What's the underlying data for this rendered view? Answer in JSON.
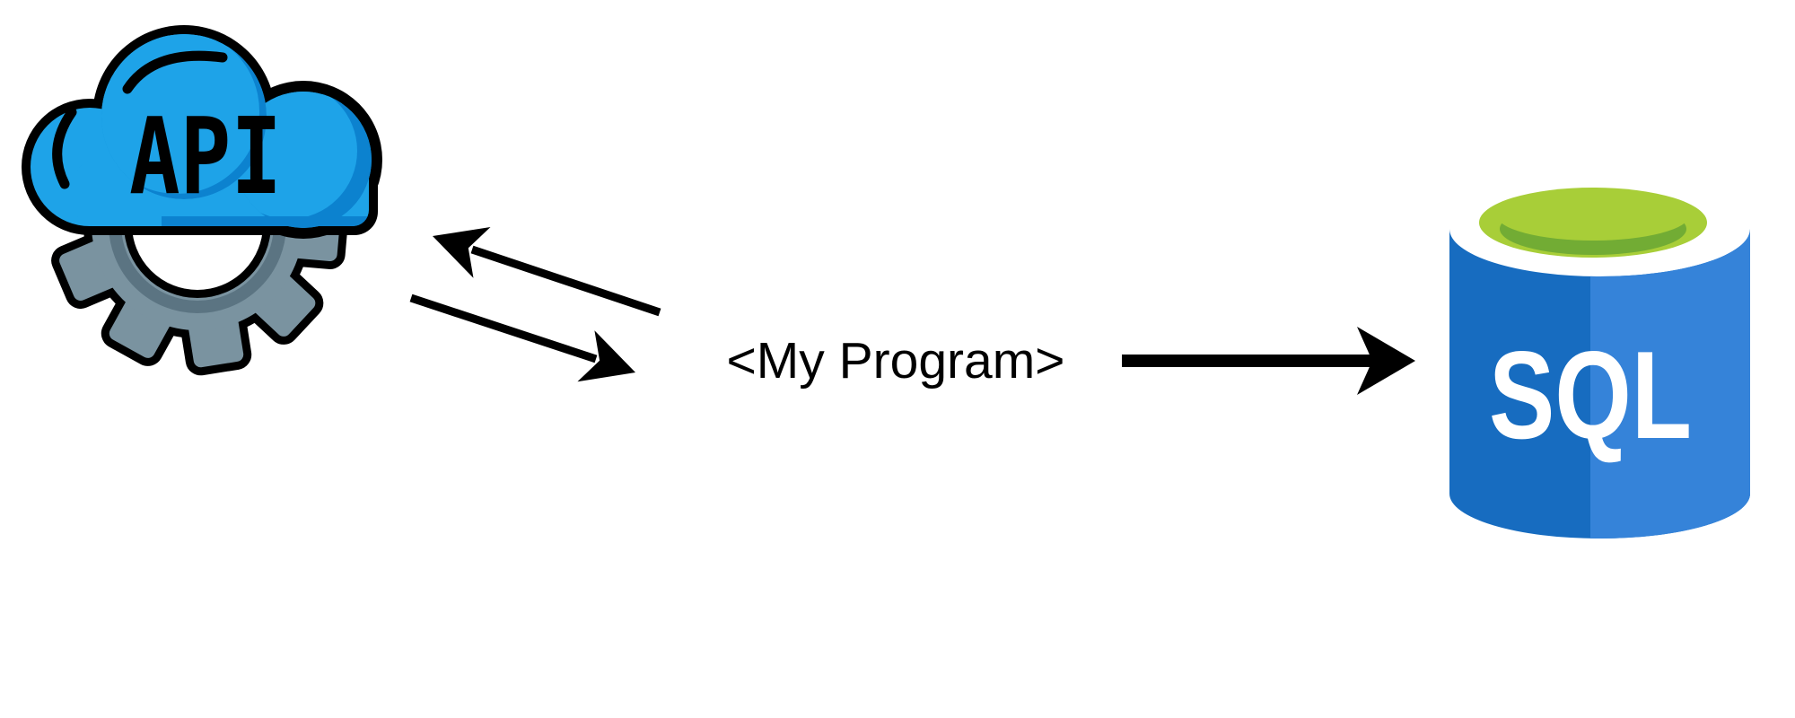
{
  "diagram": {
    "title": "api-program-sql-flow-diagram",
    "background": "#ffffff",
    "api_node": {
      "icon": "api-cloud-gear-icon",
      "label": "API"
    },
    "program_node": {
      "label": "<My Program>"
    },
    "sql_node": {
      "icon": "sql-database-cylinder-icon",
      "label": "SQL"
    },
    "arrows": [
      {
        "name": "arrow-program-to-api"
      },
      {
        "name": "arrow-api-to-program"
      },
      {
        "name": "arrow-program-to-sql"
      }
    ],
    "colors": {
      "outline": "#000000",
      "arrow": "#000000",
      "label_text": "#000000",
      "cloud_fill": "#1EA3E8",
      "cloud_shade": "#0C82CF",
      "gear_fill": "#7A93A0",
      "gear_shade": "#5B7482",
      "sql_body_left": "#176CC0",
      "sql_body_right": "#3583D9",
      "sql_text": "#FFFFFF",
      "sql_top_rim": "#A8CE38",
      "sql_top_inner": "#72AC34"
    }
  }
}
